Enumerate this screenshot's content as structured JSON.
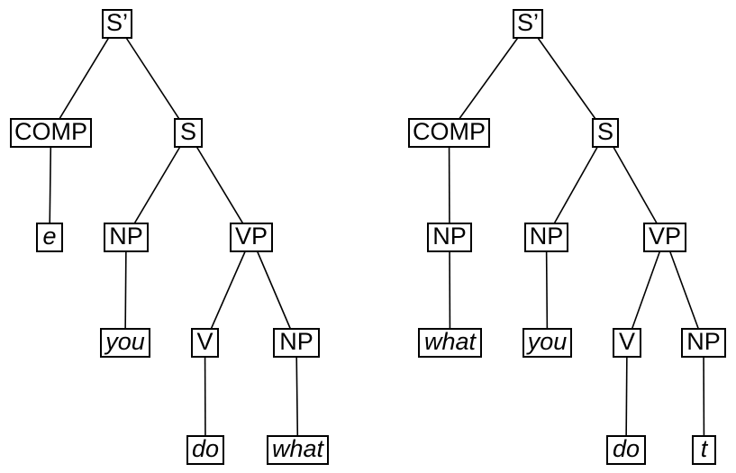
{
  "figure": {
    "type": "syntax-tree-diagram",
    "background_color": "#ffffff",
    "line_color": "#000000",
    "box_fill_color": "#ffffff",
    "box_border_color": "#000000",
    "text_color": "#000000"
  },
  "trees": [
    {
      "id": "left-tree",
      "terminal_string": "e you do what",
      "nodes": [
        {
          "id": "s-prime",
          "label": "S’",
          "terminal": false
        },
        {
          "id": "comp",
          "label": "COMP",
          "terminal": false
        },
        {
          "id": "s",
          "label": "S",
          "terminal": false
        },
        {
          "id": "e",
          "label": "e",
          "terminal": true
        },
        {
          "id": "np-subject",
          "label": "NP",
          "terminal": false
        },
        {
          "id": "vp",
          "label": "VP",
          "terminal": false
        },
        {
          "id": "you",
          "label": "you",
          "terminal": true
        },
        {
          "id": "v",
          "label": "V",
          "terminal": false
        },
        {
          "id": "np-object",
          "label": "NP",
          "terminal": false
        },
        {
          "id": "do",
          "label": "do",
          "terminal": true
        },
        {
          "id": "what",
          "label": "what",
          "terminal": true
        }
      ],
      "edges": [
        [
          "s-prime",
          "comp"
        ],
        [
          "s-prime",
          "s"
        ],
        [
          "comp",
          "e"
        ],
        [
          "s",
          "np-subject"
        ],
        [
          "s",
          "vp"
        ],
        [
          "np-subject",
          "you"
        ],
        [
          "vp",
          "v"
        ],
        [
          "vp",
          "np-object"
        ],
        [
          "v",
          "do"
        ],
        [
          "np-object",
          "what"
        ]
      ]
    },
    {
      "id": "right-tree",
      "terminal_string": "what you do t",
      "nodes": [
        {
          "id": "s-prime",
          "label": "S’",
          "terminal": false
        },
        {
          "id": "comp",
          "label": "COMP",
          "terminal": false
        },
        {
          "id": "s",
          "label": "S",
          "terminal": false
        },
        {
          "id": "np-comp",
          "label": "NP",
          "terminal": false
        },
        {
          "id": "np-subject",
          "label": "NP",
          "terminal": false
        },
        {
          "id": "vp",
          "label": "VP",
          "terminal": false
        },
        {
          "id": "what",
          "label": "what",
          "terminal": true
        },
        {
          "id": "you",
          "label": "you",
          "terminal": true
        },
        {
          "id": "v",
          "label": "V",
          "terminal": false
        },
        {
          "id": "np-object",
          "label": "NP",
          "terminal": false
        },
        {
          "id": "do",
          "label": "do",
          "terminal": true
        },
        {
          "id": "t",
          "label": "t",
          "terminal": true
        }
      ],
      "edges": [
        [
          "s-prime",
          "comp"
        ],
        [
          "s-prime",
          "s"
        ],
        [
          "comp",
          "np-comp"
        ],
        [
          "s",
          "np-subject"
        ],
        [
          "s",
          "vp"
        ],
        [
          "np-comp",
          "what"
        ],
        [
          "np-subject",
          "you"
        ],
        [
          "vp",
          "v"
        ],
        [
          "vp",
          "np-object"
        ],
        [
          "v",
          "do"
        ],
        [
          "np-object",
          "t"
        ]
      ]
    }
  ]
}
